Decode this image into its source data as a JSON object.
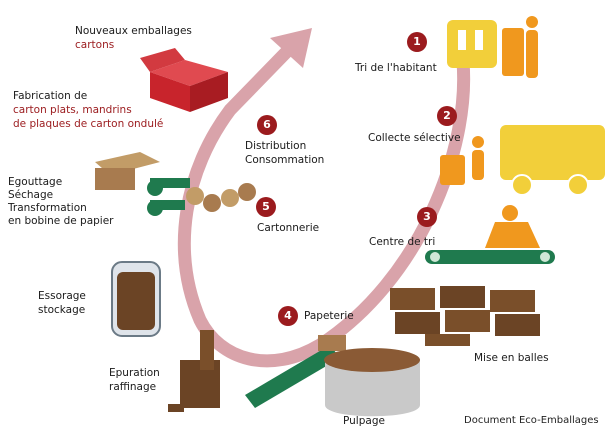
{
  "steps": [
    {
      "number": "1",
      "label": "Tri de l'habitant"
    },
    {
      "number": "2",
      "label": "Collecte sélective"
    },
    {
      "number": "3",
      "label": "Centre de tri"
    },
    {
      "number": "4",
      "label": "Papeterie"
    },
    {
      "number": "5",
      "label": "Cartonnerie"
    },
    {
      "number": "6",
      "label": "Distribution",
      "label2": "Consommation"
    }
  ],
  "labels": {
    "mise_en_balles": "Mise en balles",
    "pulpage": "Pulpage",
    "epuration": [
      "Epuration",
      "raffinage"
    ],
    "essorage": [
      "Essorage",
      "stockage"
    ],
    "egouttage": [
      "Egouttage",
      "Séchage",
      "Transformation",
      "en bobine de papier"
    ],
    "fabrication": [
      "Fabrication de",
      "carton plats, mandrins",
      "de plaques de carton ondulé"
    ],
    "nouveaux": [
      "Nouveaux emballages",
      "cartons"
    ]
  },
  "credit": "Document Eco-Emballages",
  "colors": {
    "badge": "#9b1b1e",
    "arrow": "#d9a3aa",
    "yellow": "#f2cf3a",
    "orange": "#f0981e",
    "brown": "#7a4f2a",
    "green": "#1f7a4e",
    "box": "#c8242c"
  }
}
